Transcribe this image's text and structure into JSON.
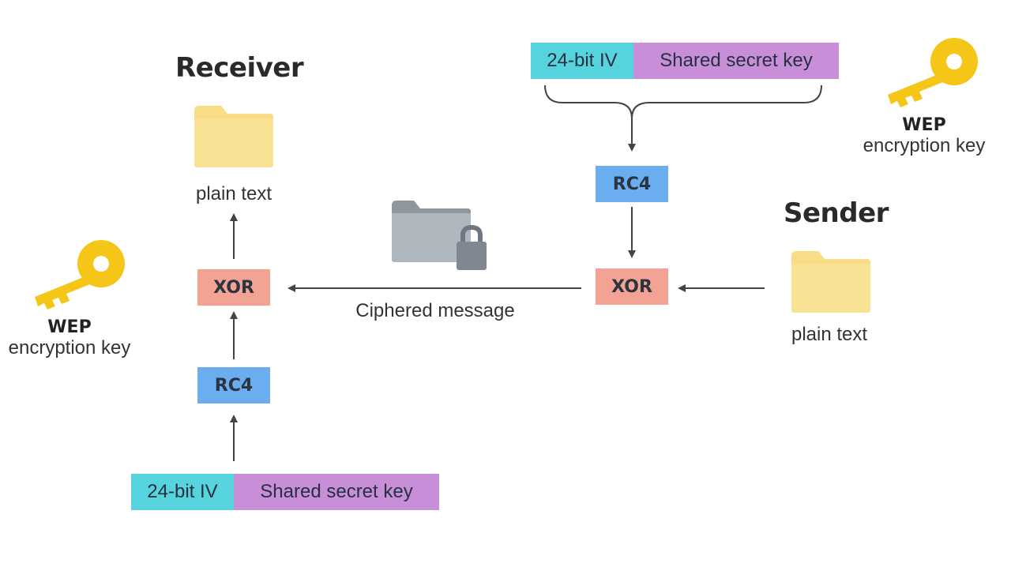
{
  "receiver": {
    "title": "Receiver",
    "plain_text": "plain text",
    "xor": "XOR",
    "rc4": "RC4",
    "key_bar": {
      "iv": "24-bit IV",
      "secret": "Shared secret key"
    },
    "wep_key": {
      "title": "WEP",
      "subtitle": "encryption key"
    }
  },
  "sender": {
    "title": "Sender",
    "plain_text": "plain text",
    "xor": "XOR",
    "rc4": "RC4",
    "key_bar": {
      "iv": "24-bit IV",
      "secret": "Shared secret key"
    },
    "wep_key": {
      "title": "WEP",
      "subtitle": "encryption key"
    }
  },
  "channel": {
    "label": "Ciphered message"
  },
  "icons": {
    "plain_file": "folder-icon",
    "cipher_file": "locked-folder-icon",
    "key": "key-icon"
  },
  "colors": {
    "rc4": "#6aaef0",
    "xor": "#f3a394",
    "iv": "#56d3dc",
    "secret": "#c88ed8",
    "folder": "#f8dc86",
    "key": "#f5c518",
    "locked_folder": "#aeb7be"
  }
}
